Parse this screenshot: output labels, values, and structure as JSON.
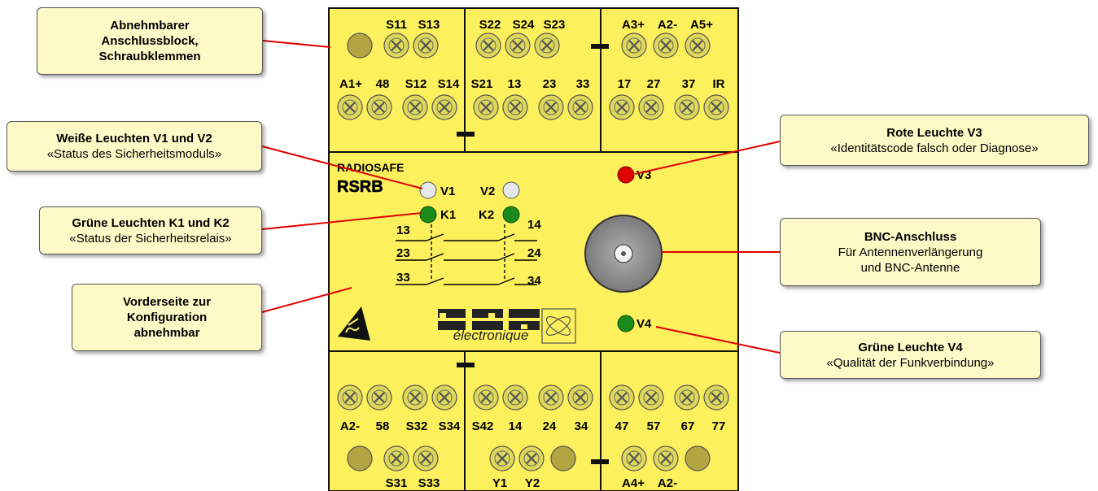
{
  "callouts": {
    "block": {
      "line1": "Abnehmbarer",
      "line2": "Anschlussblock,",
      "line3": "Schraubklemmen"
    },
    "white": {
      "title": "Weiße Leuchten V1 und V2",
      "text": "«Status des Sicherheitsmoduls»"
    },
    "green": {
      "title": "Grüne Leuchten K1 und K2",
      "text": "«Status der Sicherheitsrelais»"
    },
    "front": {
      "line1": "Vorderseite zur",
      "line2": "Konfiguration",
      "line3": "abnehmbar"
    },
    "red": {
      "title": "Rote Leuchte V3",
      "text": "«Identitätscode falsch oder Diagnose»"
    },
    "bnc": {
      "title": "BNC-Anschluss",
      "line1": "Für Antennenverlängerung",
      "line2": "und BNC-Antenne"
    },
    "v4": {
      "title": "Grüne Leuchte V4",
      "text": "«Qualität der Funkverbindung»"
    }
  },
  "device": {
    "brand": "RADIOSAFE",
    "model": "RSRB",
    "logo_text": "électronique",
    "led_v1": "V1",
    "led_v2": "V2",
    "led_k1": "K1",
    "led_k2": "K2",
    "led_v3": "V3",
    "led_v4": "V4",
    "contacts": {
      "c13": "13",
      "c14": "14",
      "c23": "23",
      "c24": "24",
      "c33": "33",
      "c34": "34"
    },
    "top_row1": {
      "s1": [
        "S11",
        "S13"
      ],
      "s2": [
        "S22",
        "S24",
        "S23"
      ],
      "s3": [
        "A3+",
        "A2-",
        "A5+"
      ]
    },
    "top_row2": {
      "s1": [
        "A1+",
        "48",
        "S12",
        "S14"
      ],
      "s2": [
        "S21",
        "13",
        "23",
        "33"
      ],
      "s3": [
        "17",
        "27",
        "37",
        "IR"
      ]
    },
    "bottom_row1": {
      "s1": [
        "A2-",
        "58",
        "S32",
        "S34"
      ],
      "s2": [
        "S42",
        "14",
        "24",
        "34"
      ],
      "s3": [
        "47",
        "57",
        "67",
        "77"
      ]
    },
    "bottom_row2": {
      "s1": [
        "S31",
        "S33"
      ],
      "s2": [
        "Y1",
        "Y2"
      ],
      "s3": [
        "A4+",
        "A2-"
      ]
    }
  },
  "colors": {
    "housing": "#fcf05c",
    "screw": "#ded85a",
    "led_white": "#e8e8e8",
    "led_green": "#1a8a1a",
    "led_red": "#e00000",
    "leader": "#e00000",
    "callout_bg": "#fdfac8"
  }
}
